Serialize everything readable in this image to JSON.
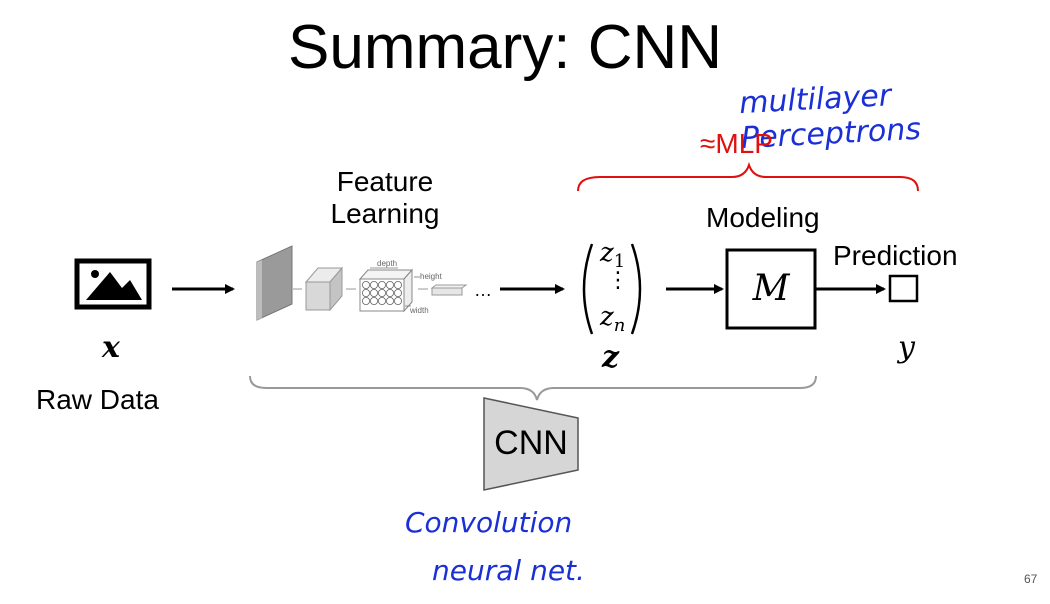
{
  "slide": {
    "title": "Summary: CNN",
    "page_number": "67"
  },
  "labels": {
    "mlp": "≈MLP",
    "feature_learning": "Feature\nLearning",
    "modeling": "Modeling",
    "prediction": "Prediction",
    "raw_data": "Raw Data",
    "cnn": "CNN",
    "model_symbol": "M",
    "input_var": "x",
    "output_var": "y",
    "latent_var": "z",
    "latent_top": "z",
    "latent_top_sub": "1",
    "latent_bottom": "z",
    "latent_bottom_sub": "n",
    "vdots": "⋮",
    "ellipsis": "…",
    "volume_depth": "depth",
    "volume_height": "height",
    "volume_width": "width"
  },
  "annotations": {
    "mlp_note": "multilayer Perceptrons",
    "cnn_note_line1": "Convolution",
    "cnn_note_line2": "neural net."
  },
  "colors": {
    "mlp_accent": "#e01010",
    "handwriting": "#1a2fd6",
    "brace_gray": "#999999",
    "cnn_fill": "#d6d6d6"
  },
  "icons": {
    "raw_input": "image-icon"
  }
}
